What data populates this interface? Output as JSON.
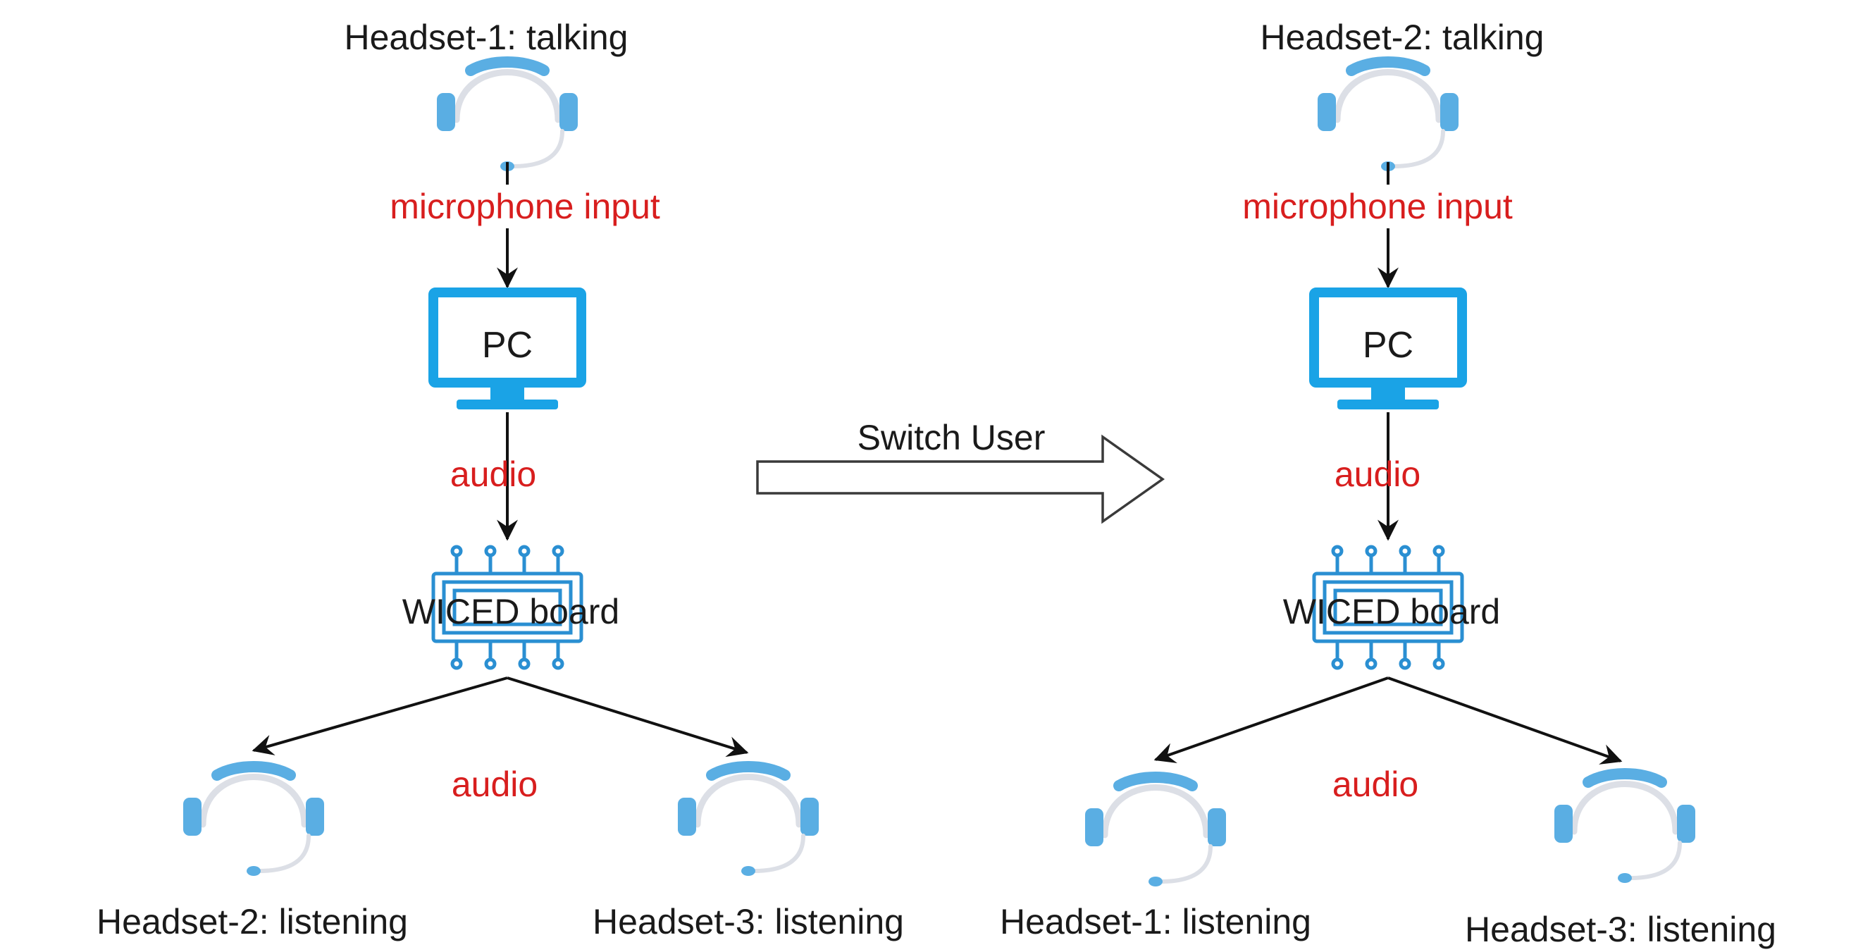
{
  "left_panel": {
    "talking_label": "Headset-1: talking",
    "mic_label": "microphone input",
    "pc_label": "PC",
    "audio_label_top": "audio",
    "board_label": "WICED board",
    "audio_label_bottom": "audio",
    "listener_left_label": "Headset-2: listening",
    "listener_right_label": "Headset-3: listening"
  },
  "switch": {
    "label": "Switch User"
  },
  "right_panel": {
    "talking_label": "Headset-2: talking",
    "mic_label": "microphone input",
    "pc_label": "PC",
    "audio_label_top": "audio",
    "board_label": "WICED board",
    "audio_label_bottom": "audio",
    "listener_left_label": "Headset-1: listening",
    "listener_right_label": "Headset-3: listening"
  },
  "colors": {
    "label_red": "#d81e1e",
    "headset_blue": "#5aaee3",
    "monitor_blue": "#1aa3e6",
    "chip_blue": "#2a8fd2"
  },
  "icons": [
    "headset-icon",
    "monitor-icon",
    "circuit-board-icon",
    "arrow-right-icon"
  ]
}
